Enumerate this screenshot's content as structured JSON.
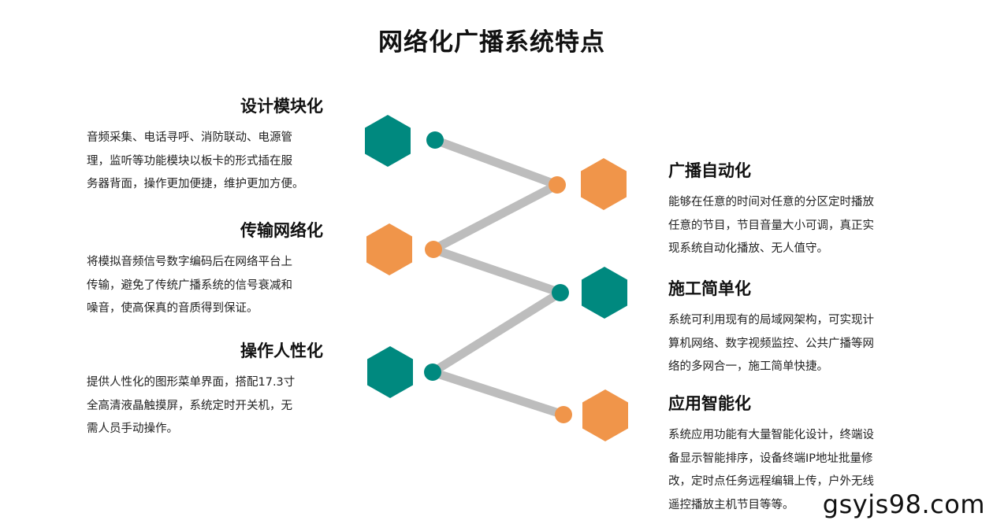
{
  "title": "网络化广播系统特点",
  "colors": {
    "teal": "#00897f",
    "orange": "#f0954a",
    "connector": "#bdbdbd"
  },
  "features_left": [
    {
      "heading": "设计模块化",
      "lines": [
        "音频采集、电话寻呼、消防联动、电源管",
        "理，监听等功能模块以板卡的形式插在服",
        "务器背面，操作更加便捷，维护更加方便。"
      ]
    },
    {
      "heading": "传输网络化",
      "lines": [
        "将模拟音频信号数字编码后在网络平台上",
        "传输，避免了传统广播系统的信号衰减和",
        "噪音，使高保真的音质得到保证。"
      ]
    },
    {
      "heading": "操作人性化",
      "lines": [
        "提供人性化的图形菜单界面，搭配17.3寸",
        "全高清液晶触摸屏，系统定时开关机，无",
        "需人员手动操作。"
      ]
    }
  ],
  "features_right": [
    {
      "heading": "广播自动化",
      "lines": [
        "能够在任意的时间对任意的分区定时播放",
        "任意的节目，节目音量大小可调，真正实",
        "现系统自动化播放、无人值守。"
      ]
    },
    {
      "heading": "施工简单化",
      "lines": [
        "系统可利用现有的局域网架构，可实现计",
        "算机网络、数字视频监控、公共广播等网",
        "络的多网合一，施工简单快捷。"
      ]
    },
    {
      "heading": "应用智能化",
      "lines": [
        "系统应用功能有大量智能化设计，终端设",
        "备显示智能排序，设备终端IP地址批量修",
        "改，定时点任务远程编辑上传，户外无线",
        "遥控播放主机节目等等。"
      ]
    }
  ],
  "watermark": "gsyjs98.com"
}
